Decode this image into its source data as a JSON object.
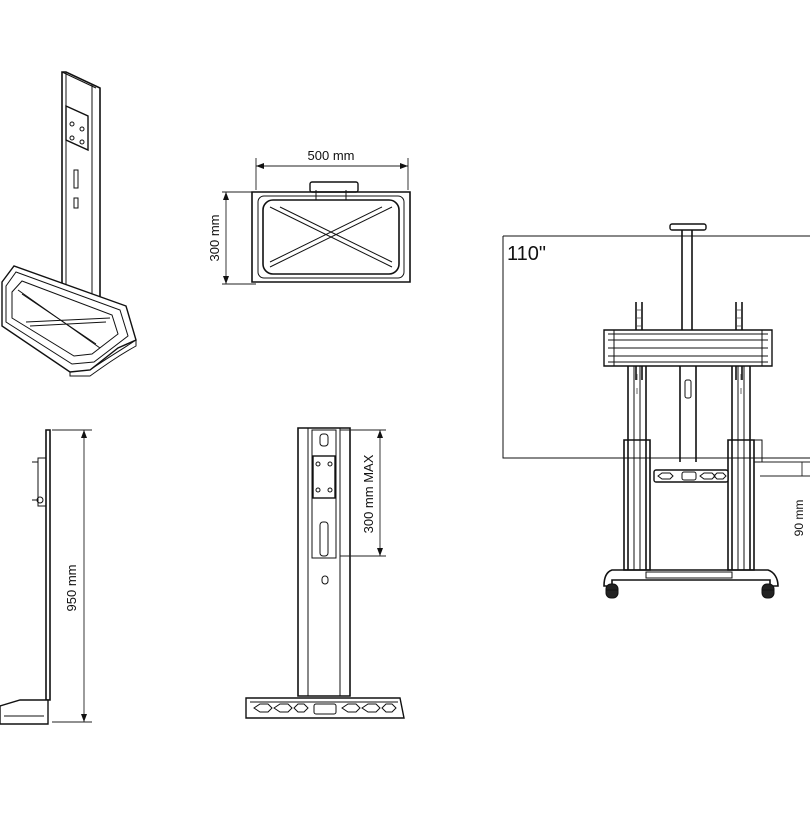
{
  "labels": {
    "tray_width": "500 mm",
    "tray_depth": "300 mm",
    "height": "950 mm",
    "vesa_max": "300 mm MAX",
    "screen_size": "110\"",
    "shelf_offset": "90 mm"
  }
}
